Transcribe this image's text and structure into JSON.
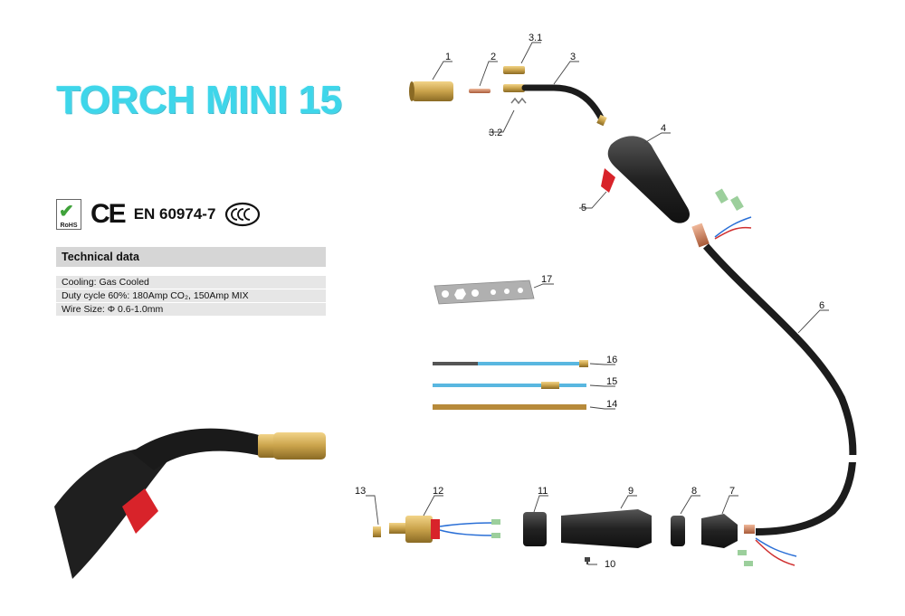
{
  "title": "TORCH MINI 15",
  "certifications": {
    "rohs_label": "RoHS",
    "ce_mark": "CE",
    "standard": "EN 60974-7",
    "ccc_mark": "CCC"
  },
  "technical_data": {
    "header": "Technical data",
    "rows": [
      "Cooling: Gas Cooled",
      "Duty cycle 60%: 180Amp CO₂, 150Amp MIX",
      "Wire Size: Φ 0.6-1.0mm"
    ]
  },
  "part_labels": [
    "1",
    "2",
    "3.1",
    "3",
    "3.2",
    "4",
    "5",
    "6",
    "7",
    "8",
    "9",
    "10",
    "11",
    "12",
    "13",
    "14",
    "15",
    "16",
    "17"
  ],
  "colors": {
    "title": "#3ed6ea",
    "cable": "#1c1c1c",
    "brass": "#c9a24a",
    "liner_blue": "#59b7e0",
    "red_trigger": "#d8232a"
  }
}
